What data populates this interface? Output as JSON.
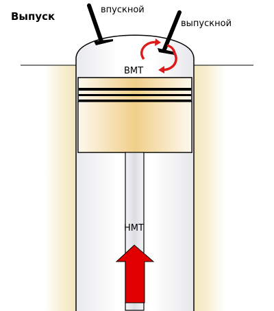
{
  "stroke": {
    "title": "Выпуск"
  },
  "valves": {
    "intake_label": "впускной",
    "exhaust_label": "выпускной"
  },
  "positions": {
    "tdc_label": "ВМТ",
    "bdc_label": "НМТ"
  },
  "motion": {
    "direction": "up"
  },
  "colors": {
    "cylinder_wall": "#f5e9c4",
    "piston": "#f0cf88",
    "arrow": "#e00000",
    "exhaust_swirl": "#dd1a1a"
  }
}
